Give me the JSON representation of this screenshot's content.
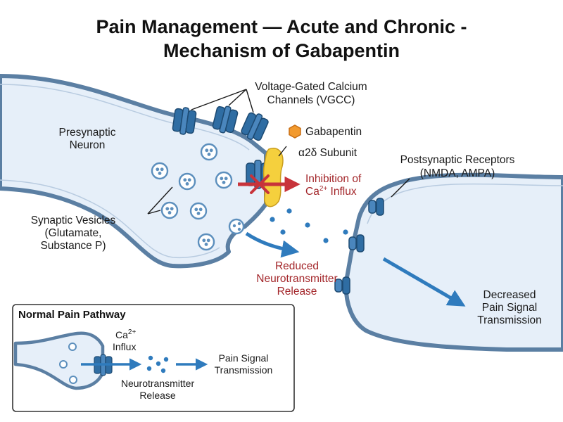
{
  "title": {
    "line1": "Pain Management — Acute and Chronic -",
    "line2": "Mechanism of Gabapentin"
  },
  "labels": {
    "vgcc_line1": "Voltage-Gated Calcium",
    "vgcc_line2": "Channels (VGCC)",
    "presynaptic_line1": "Presynaptic",
    "presynaptic_line2": "Neuron",
    "gabapentin": "Gabapentin",
    "a2d_subunit": "α2δ Subunit",
    "postsynaptic_line1": "Postsynaptic Receptors",
    "postsynaptic_line2": "(NMDA, AMPA)",
    "inhibition_line1": "Inhibition of",
    "inhibition_line2_pre": "Ca",
    "inhibition_line2_sup": "2+",
    "inhibition_line2_post": " Influx",
    "vesicles_line1": "Synaptic Vesicles",
    "vesicles_line2": "(Glutamate,",
    "vesicles_line3": "Substance P)",
    "reduced_line1": "Reduced",
    "reduced_line2": "Neurotransmitter",
    "reduced_line3": "Release",
    "decreased_line1": "Decreased",
    "decreased_line2": "Pain Signal",
    "decreased_line3": "Transmission"
  },
  "inset": {
    "title": "Normal Pain Pathway",
    "ca_pre": "Ca",
    "ca_sup": "2+",
    "influx": "Influx",
    "nt_line1": "Neurotransmitter",
    "nt_line2": "Release",
    "ps_line1": "Pain Signal",
    "ps_line2": "Transmission"
  },
  "colors": {
    "membrane": "#5b7fa3",
    "cytoplasm": "#e6eff9",
    "channel": "#2f6da3",
    "channel_dark": "#1d4a72",
    "gabapentin": "#f29a2e",
    "a2d": "#f5d03d",
    "inhibition": "#c8333a",
    "arrow_blue": "#2f7bbd",
    "vesicle": "#5c8fbd"
  },
  "icons": {
    "block": "x-block-icon",
    "gabapentin": "hexagon-molecule-icon"
  }
}
